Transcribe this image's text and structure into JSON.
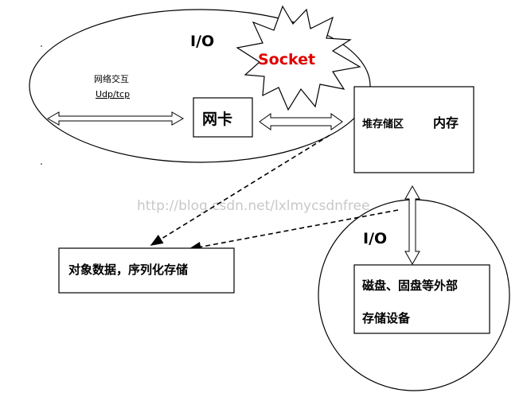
{
  "diagram": {
    "io_top_label": "I/O",
    "io_bottom_label": "I/O",
    "socket_label": "Socket",
    "network_label": "网络交互",
    "protocol_label": "Udp/tcp",
    "nic_label": "网卡",
    "heap_label": "堆存储区",
    "memory_label": "内存",
    "object_label": "对象数据，序列化存储",
    "disk_label_line1": "磁盘、固盘等外部",
    "disk_label_line2": "存储设备",
    "watermark": "http://blog.csdn.net/lxlmycsdnfree",
    "colors": {
      "socket_text": "#e00000",
      "line": "#000000",
      "watermark": "#c8c8c8"
    }
  }
}
